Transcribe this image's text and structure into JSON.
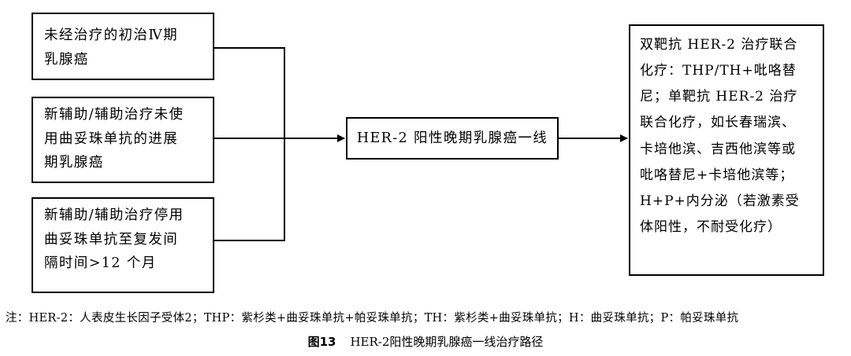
{
  "boxes": {
    "untreated": {
      "lines": [
        "未经治疗的初治Ⅳ期",
        "乳腺癌"
      ]
    },
    "no_trastuzumab": {
      "lines": [
        "新辅助/辅助治疗未使",
        "用曲妥珠单抗的进展",
        "期乳腺癌"
      ]
    },
    "trastuzumab_stopped": {
      "lines": [
        "新辅助/辅助治疗停用",
        "曲妥珠单抗至复发间",
        "隔时间>12 个月"
      ]
    },
    "first_line": {
      "label": "HER-2 阳性晚期乳腺癌一线"
    },
    "regimens": {
      "lines": [
        "双靶抗 HER-2 治疗联合",
        "化疗：THP/TH+吡咯替",
        "尼；单靶抗 HER-2 治疗",
        "联合化疗，如长春瑞滨、",
        "卡培他滨、吉西他滨等或",
        "吡咯替尼+卡培他滨等；",
        "H+P+内分泌（若激素受",
        "体阳性，不耐受化疗）"
      ]
    }
  },
  "note": "注：HER-2：人表皮生长因子受体2；THP：紫杉类+曲妥珠单抗+帕妥珠单抗；TH：紫杉类+曲妥珠单抗；H：曲妥珠单抗；P：帕妥珠单抗",
  "caption": {
    "number": "图13",
    "title": "HER-2阳性晚期乳腺癌一线治疗路径"
  }
}
